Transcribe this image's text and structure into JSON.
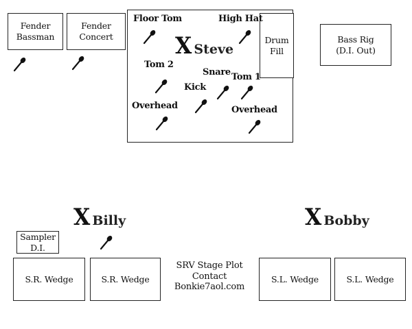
{
  "amps": {
    "fender_bassman": "Fender\nBassman",
    "fender_concert": "Fender\nConcert",
    "bass_rig": "Bass Rig\n(D.I. Out)"
  },
  "drums": {
    "floor_tom": "Floor Tom",
    "high_hat": "High Hat",
    "drum_fill": "Drum\nFill",
    "tom2": "Tom 2",
    "snare": "Snare",
    "tom1": "Tom 1",
    "kick": "Kick",
    "overhead_left": "Overhead",
    "overhead_right": "Overhead"
  },
  "performers": {
    "drummer": {
      "mark": "X",
      "name": "Steve"
    },
    "left": {
      "mark": "X",
      "name": "Billy"
    },
    "right": {
      "mark": "X",
      "name": "Bobby"
    }
  },
  "sampler_di": "Sampler\nD.I.",
  "wedges": {
    "sr1": "S.R. Wedge",
    "sr2": "S.R. Wedge",
    "sl1": "S.L. Wedge",
    "sl2": "S.L. Wedge"
  },
  "contact": {
    "line1": "SRV Stage Plot",
    "line2": "Contact",
    "line3": "Bonkie7aol.com"
  },
  "icons": {
    "microphone": "microphone-icon"
  }
}
